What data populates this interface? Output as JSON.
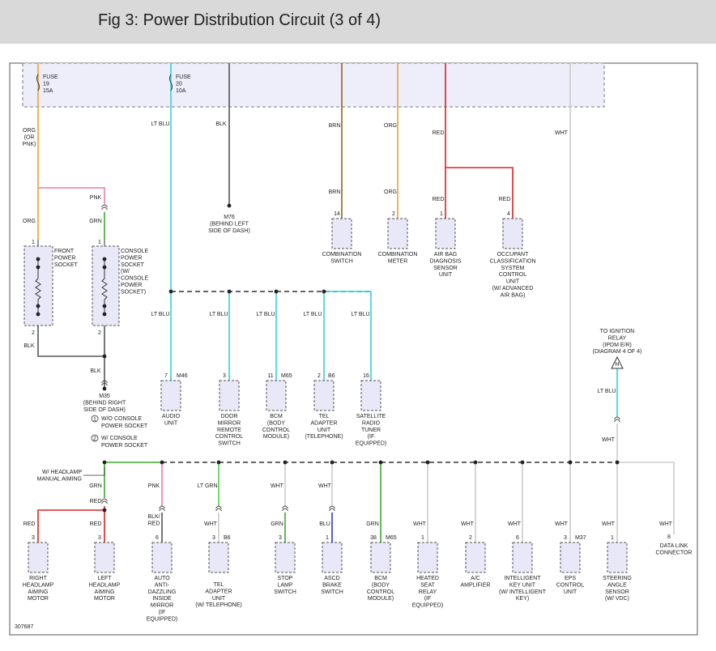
{
  "title": "Fig 3: Power Distribution Circuit (3 of 4)",
  "figure_id": "307687",
  "colors": {
    "ORG": "#f0a030",
    "PNK": "#f07ca0",
    "GRN": "#3aaa2a",
    "RED": "#e02020",
    "BLK": "#555555",
    "BRN": "#8a6a1a",
    "LT BLU": "#30d0e0",
    "WHT": "#cccccc",
    "LT GRN": "#50d050",
    "BLU": "#3030e0"
  },
  "fuses": [
    {
      "id": "fuse19",
      "label": [
        "FUSE",
        "19",
        "15A"
      ]
    },
    {
      "id": "fuse20",
      "label": [
        "FUSE",
        "20",
        "10A"
      ]
    }
  ],
  "wire_labels": [
    {
      "id": "wl-org-top",
      "text": [
        "ORG",
        "(OR",
        "PNK)"
      ]
    },
    {
      "id": "wl-ltblu-top",
      "text": [
        "LT BLU"
      ]
    },
    {
      "id": "wl-blk-top",
      "text": [
        "BLK"
      ]
    },
    {
      "id": "wl-brn-top",
      "text": [
        "BRN"
      ]
    },
    {
      "id": "wl-org2-top",
      "text": [
        "ORG"
      ]
    },
    {
      "id": "wl-red-top",
      "text": [
        "RED"
      ]
    },
    {
      "id": "wl-wht-top",
      "text": [
        "WHT"
      ]
    },
    {
      "id": "wl-pnk",
      "text": [
        "PNK"
      ]
    },
    {
      "id": "wl-org-front",
      "text": [
        "ORG"
      ]
    },
    {
      "id": "wl-grn-console",
      "text": [
        "GRN"
      ]
    },
    {
      "id": "wl-brn-14",
      "text": [
        "BRN"
      ]
    },
    {
      "id": "wl-org-2",
      "text": [
        "ORG"
      ]
    },
    {
      "id": "wl-red-1",
      "text": [
        "RED"
      ]
    },
    {
      "id": "wl-red-4",
      "text": [
        "RED"
      ]
    },
    {
      "id": "wl-blk-front",
      "text": [
        "BLK"
      ]
    },
    {
      "id": "wl-blk-console",
      "text": [
        "BLK"
      ]
    },
    {
      "id": "wl-ltblu-audio",
      "text": [
        "LT BLU"
      ]
    },
    {
      "id": "wl-ltblu-door",
      "text": [
        "LT BLU"
      ]
    },
    {
      "id": "wl-ltblu-bcm",
      "text": [
        "LT BLU"
      ]
    },
    {
      "id": "wl-ltblu-tel",
      "text": [
        "LT BLU"
      ]
    },
    {
      "id": "wl-ltblu-sat",
      "text": [
        "LT BLU"
      ]
    },
    {
      "id": "wl-ltblu-relay",
      "text": [
        "LT BLU"
      ]
    },
    {
      "id": "wl-wht-relay",
      "text": [
        "WHT"
      ]
    },
    {
      "id": "wl-grn-hl",
      "text": [
        "GRN"
      ]
    },
    {
      "id": "wl-red-hl",
      "text": [
        "RED"
      ]
    },
    {
      "id": "wl-red-right",
      "text": [
        "RED"
      ]
    },
    {
      "id": "wl-red-left",
      "text": [
        "RED"
      ]
    },
    {
      "id": "wl-pnk-auto",
      "text": [
        "PNK"
      ]
    },
    {
      "id": "wl-blkred-auto",
      "text": [
        "BLK/",
        "RED"
      ]
    },
    {
      "id": "wl-ltgrn-tel",
      "text": [
        "LT GRN"
      ]
    },
    {
      "id": "wl-wht-tel",
      "text": [
        "WHT"
      ]
    },
    {
      "id": "wl-wht-stop",
      "text": [
        "WHT"
      ]
    },
    {
      "id": "wl-grn-stop",
      "text": [
        "GRN"
      ]
    },
    {
      "id": "wl-wht-ascd",
      "text": [
        "WHT"
      ]
    },
    {
      "id": "wl-blu-ascd",
      "text": [
        "BLU"
      ]
    },
    {
      "id": "wl-grn-bcm2",
      "text": [
        "GRN"
      ]
    },
    {
      "id": "wl-wht-seat",
      "text": [
        "WHT"
      ]
    },
    {
      "id": "wl-wht-amp",
      "text": [
        "WHT"
      ]
    },
    {
      "id": "wl-wht-key",
      "text": [
        "WHT"
      ]
    },
    {
      "id": "wl-wht-eps",
      "text": [
        "WHT"
      ]
    },
    {
      "id": "wl-wht-steer",
      "text": [
        "WHT"
      ]
    },
    {
      "id": "wl-wht-dlc",
      "text": [
        "WHT"
      ]
    }
  ],
  "components": [
    {
      "id": "front-power-socket",
      "label": [
        "FRONT",
        "POWER",
        "SOCKET"
      ],
      "pins": [
        "1",
        "2"
      ]
    },
    {
      "id": "console-power-socket",
      "label": [
        "CONSOLE",
        "POWER",
        "SOCKET",
        "(W/",
        "CONSOLE",
        "POWER",
        "SOCKET)"
      ],
      "pins": [
        "1",
        "2"
      ]
    },
    {
      "id": "ground-m76",
      "label": [
        "M76",
        "(BEHIND LEFT",
        "SIDE OF DASH)"
      ]
    },
    {
      "id": "ground-m35",
      "label": [
        "M35",
        "(BEHIND RIGHT",
        "SIDE OF DASH)"
      ]
    },
    {
      "id": "combination-switch",
      "label": [
        "COMBINATION",
        "SWITCH"
      ],
      "pin": "14"
    },
    {
      "id": "combination-meter",
      "label": [
        "COMBINATION",
        "METER"
      ],
      "pin": "2"
    },
    {
      "id": "air-bag-unit",
      "label": [
        "AIR BAG",
        "DIAGNOSIS",
        "SENSOR",
        "UNIT"
      ],
      "pin": "1"
    },
    {
      "id": "occupant-unit",
      "label": [
        "OCCUPANT",
        "CLASSIFICATION",
        "SYSTEM",
        "CONTROL",
        "UNIT",
        "(W/ ADVANCED",
        "AIR BAG)"
      ],
      "pin": "4"
    },
    {
      "id": "audio-unit",
      "label": [
        "AUDIO",
        "UNIT"
      ],
      "pin": "7",
      "conn": "M46"
    },
    {
      "id": "door-mirror-switch",
      "label": [
        "DOOR",
        "MIRROR",
        "REMOTE",
        "CONTROL",
        "SWITCH"
      ],
      "pin": "3"
    },
    {
      "id": "bcm-top",
      "label": [
        "BCM",
        "(BODY",
        "CONTROL",
        "MODULE)"
      ],
      "pin": "11",
      "conn": "M65"
    },
    {
      "id": "tel-adapter-top",
      "label": [
        "TEL",
        "ADAPTER",
        "UNIT",
        "(TELEPHONE)"
      ],
      "pin": "2",
      "conn": "B6"
    },
    {
      "id": "satellite-tuner",
      "label": [
        "SATELLITE",
        "RADIO",
        "TUNER",
        "(IF",
        "EQUIPPED)"
      ],
      "pin": "16"
    },
    {
      "id": "ignition-relay",
      "label": [
        "TO IGNITION",
        "RELAY",
        "(IPDM E/R)",
        "(DIAGRAM 4 OF 4)"
      ]
    },
    {
      "id": "right-hl-motor",
      "label": [
        "RIGHT",
        "HEADLAMP",
        "AIMING",
        "MOTOR"
      ],
      "pin": "3"
    },
    {
      "id": "left-hl-motor",
      "label": [
        "LEFT",
        "HEADLAMP",
        "AIMING",
        "MOTOR"
      ],
      "pin": "3"
    },
    {
      "id": "auto-mirror",
      "label": [
        "AUTO",
        "ANTI-",
        "DAZZLING",
        "INSIDE",
        "MIRROR",
        "(IF",
        "EQUIPPED)"
      ],
      "pin": "6"
    },
    {
      "id": "tel-adapter-bot",
      "label": [
        "TEL",
        "ADAPTER",
        "UNIT",
        "(W/ TELEPHONE)"
      ],
      "pin": "3",
      "conn": "B6"
    },
    {
      "id": "stop-lamp-switch",
      "label": [
        "STOP",
        "LAMP",
        "SWITCH"
      ],
      "pin": "3"
    },
    {
      "id": "ascd-brake-switch",
      "label": [
        "ASCD",
        "BRAKE",
        "SWITCH"
      ],
      "pin": "1"
    },
    {
      "id": "bcm-bot",
      "label": [
        "BCM",
        "(BODY",
        "CONTROL",
        "MODULE)"
      ],
      "pin": "38",
      "conn": "M65"
    },
    {
      "id": "heated-seat-relay",
      "label": [
        "HEATED",
        "SEAT",
        "RELAY",
        "(IF",
        "EQUIPPED)"
      ],
      "pin": "1"
    },
    {
      "id": "ac-amplifier",
      "label": [
        "A/C",
        "AMPLIFIER"
      ],
      "pin": "2"
    },
    {
      "id": "intelligent-key",
      "label": [
        "INTELLIGENT",
        "KEY UNIT",
        "(W/ INTELLIGENT",
        "KEY)"
      ],
      "pin": "6"
    },
    {
      "id": "eps-control",
      "label": [
        "EPS",
        "CONTROL",
        "UNIT"
      ],
      "pin": "3",
      "conn": "M37"
    },
    {
      "id": "steering-sensor",
      "label": [
        "STEERING",
        "ANGLE",
        "SENSOR",
        "(W/ VDC)"
      ],
      "pin": "1"
    },
    {
      "id": "data-link",
      "label": [
        "DATA LINK",
        "CONNECTOR"
      ],
      "pin": "8"
    }
  ],
  "legend": [
    {
      "id": "legend-1",
      "mark": "1",
      "text": "W/O CONSOLE POWER SOCKET"
    },
    {
      "id": "legend-2",
      "mark": "2",
      "text": "W/ CONSOLE POWER SOCKET"
    }
  ],
  "headlamp_note": [
    "W/ HEADLAMP",
    "MANUAL AIMING"
  ],
  "junction_mark": "H"
}
